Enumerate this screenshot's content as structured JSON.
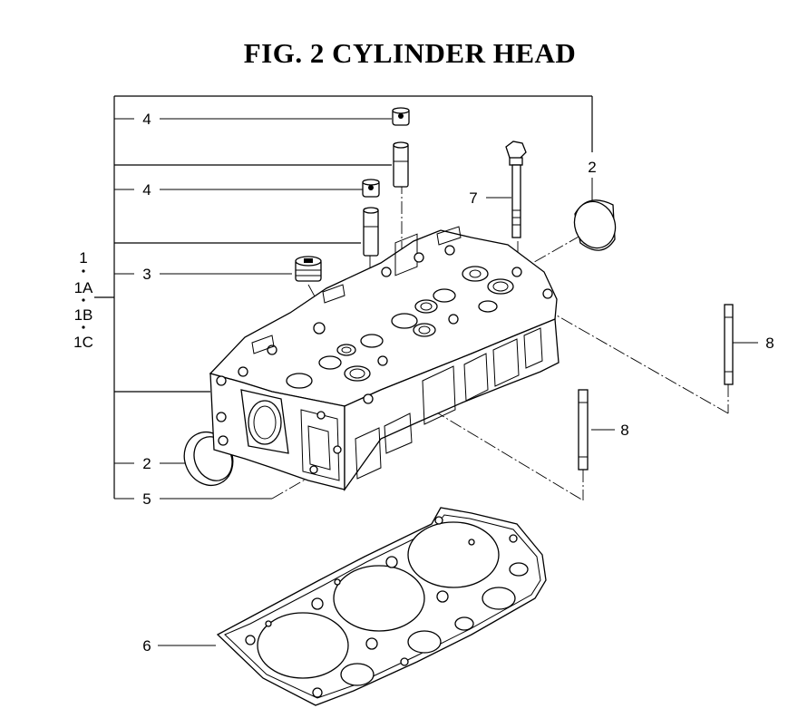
{
  "title": "FIG.  2  CYLINDER HEAD",
  "callouts": {
    "valve_seal_upper": "4",
    "valve_seal_lower": "4",
    "plug": "3",
    "cap_right": "2",
    "cap_left": "2",
    "gasket": "5",
    "head_bolt": "7",
    "stud_right": "8",
    "stud_center": "8",
    "head_gasket": "6"
  },
  "assembly_codes": [
    "1",
    "1A",
    "1B",
    "1C"
  ],
  "colors": {
    "ink": "#000000",
    "paper": "#ffffff"
  }
}
